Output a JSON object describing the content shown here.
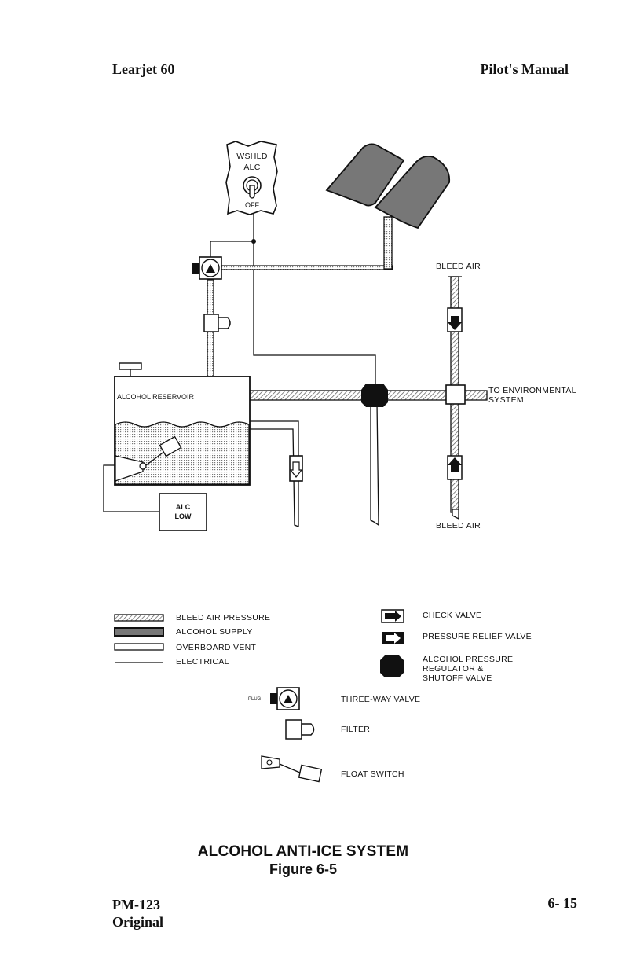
{
  "header": {
    "left": "Learjet 60",
    "right": "Pilot's Manual"
  },
  "footer": {
    "doc_number": "PM-123",
    "revision": "Original",
    "page": "6- 15"
  },
  "caption": {
    "title": "ALCOHOL ANTI-ICE SYSTEM",
    "figure": "Figure 6-5"
  },
  "diagram": {
    "switch_label_1": "WSHLD",
    "switch_label_2": "ALC",
    "switch_off": "OFF",
    "reservoir": "ALCOHOL RESERVOIR",
    "bleed_air_top": "BLEED AIR",
    "bleed_air_bottom": "BLEED AIR",
    "env_1": "TO ENVIRONMENTAL",
    "env_2": "SYSTEM",
    "alc_low_1": "ALC",
    "alc_low_2": "LOW"
  },
  "legend": {
    "bleed_air_pressure": "BLEED AIR PRESSURE",
    "alcohol_supply": "ALCOHOL SUPPLY",
    "overboard_vent": "OVERBOARD VENT",
    "electrical": "ELECTRICAL",
    "check_valve": "CHECK VALVE",
    "pressure_relief_valve": "PRESSURE RELIEF VALVE",
    "regulator_1": "ALCOHOL PRESSURE",
    "regulator_2": "REGULATOR &",
    "regulator_3": "SHUTOFF VALVE",
    "plug": "PLUG",
    "three_way_valve": "THREE-WAY VALVE",
    "filter": "FILTER",
    "float_switch": "FLOAT SWITCH"
  }
}
